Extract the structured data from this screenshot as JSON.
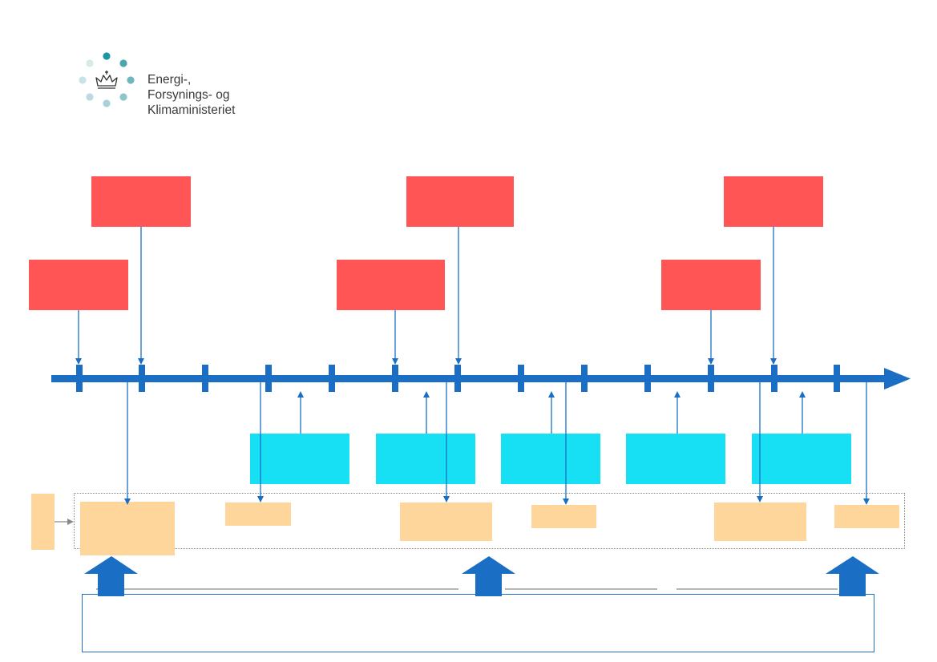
{
  "logo": {
    "name_lines": [
      "Energi-,",
      "Forsynings- og",
      "Klimaministeriet"
    ],
    "icon": "crown-icon",
    "dot_colors": [
      "#1a97a4",
      "#5fb1bb",
      "#9ccdd4",
      "#c9e2e6"
    ]
  },
  "colors": {
    "timeline": "#1a6fc5",
    "red_box": "#ff5555",
    "cyan_box": "#17e0f4",
    "orange_box": "#fed69b",
    "connector": "#1a6fc5",
    "gray_line": "#8a8a8a"
  },
  "timeline": {
    "tick_count": 13,
    "label": ""
  },
  "boxes": {
    "red_labels": [
      "",
      "",
      "",
      "",
      "",
      ""
    ],
    "cyan_labels": [
      "",
      "",
      "",
      "",
      ""
    ],
    "orange_labels": [
      "",
      "",
      "",
      "",
      "",
      "",
      ""
    ],
    "bottom_frame_label": ""
  }
}
